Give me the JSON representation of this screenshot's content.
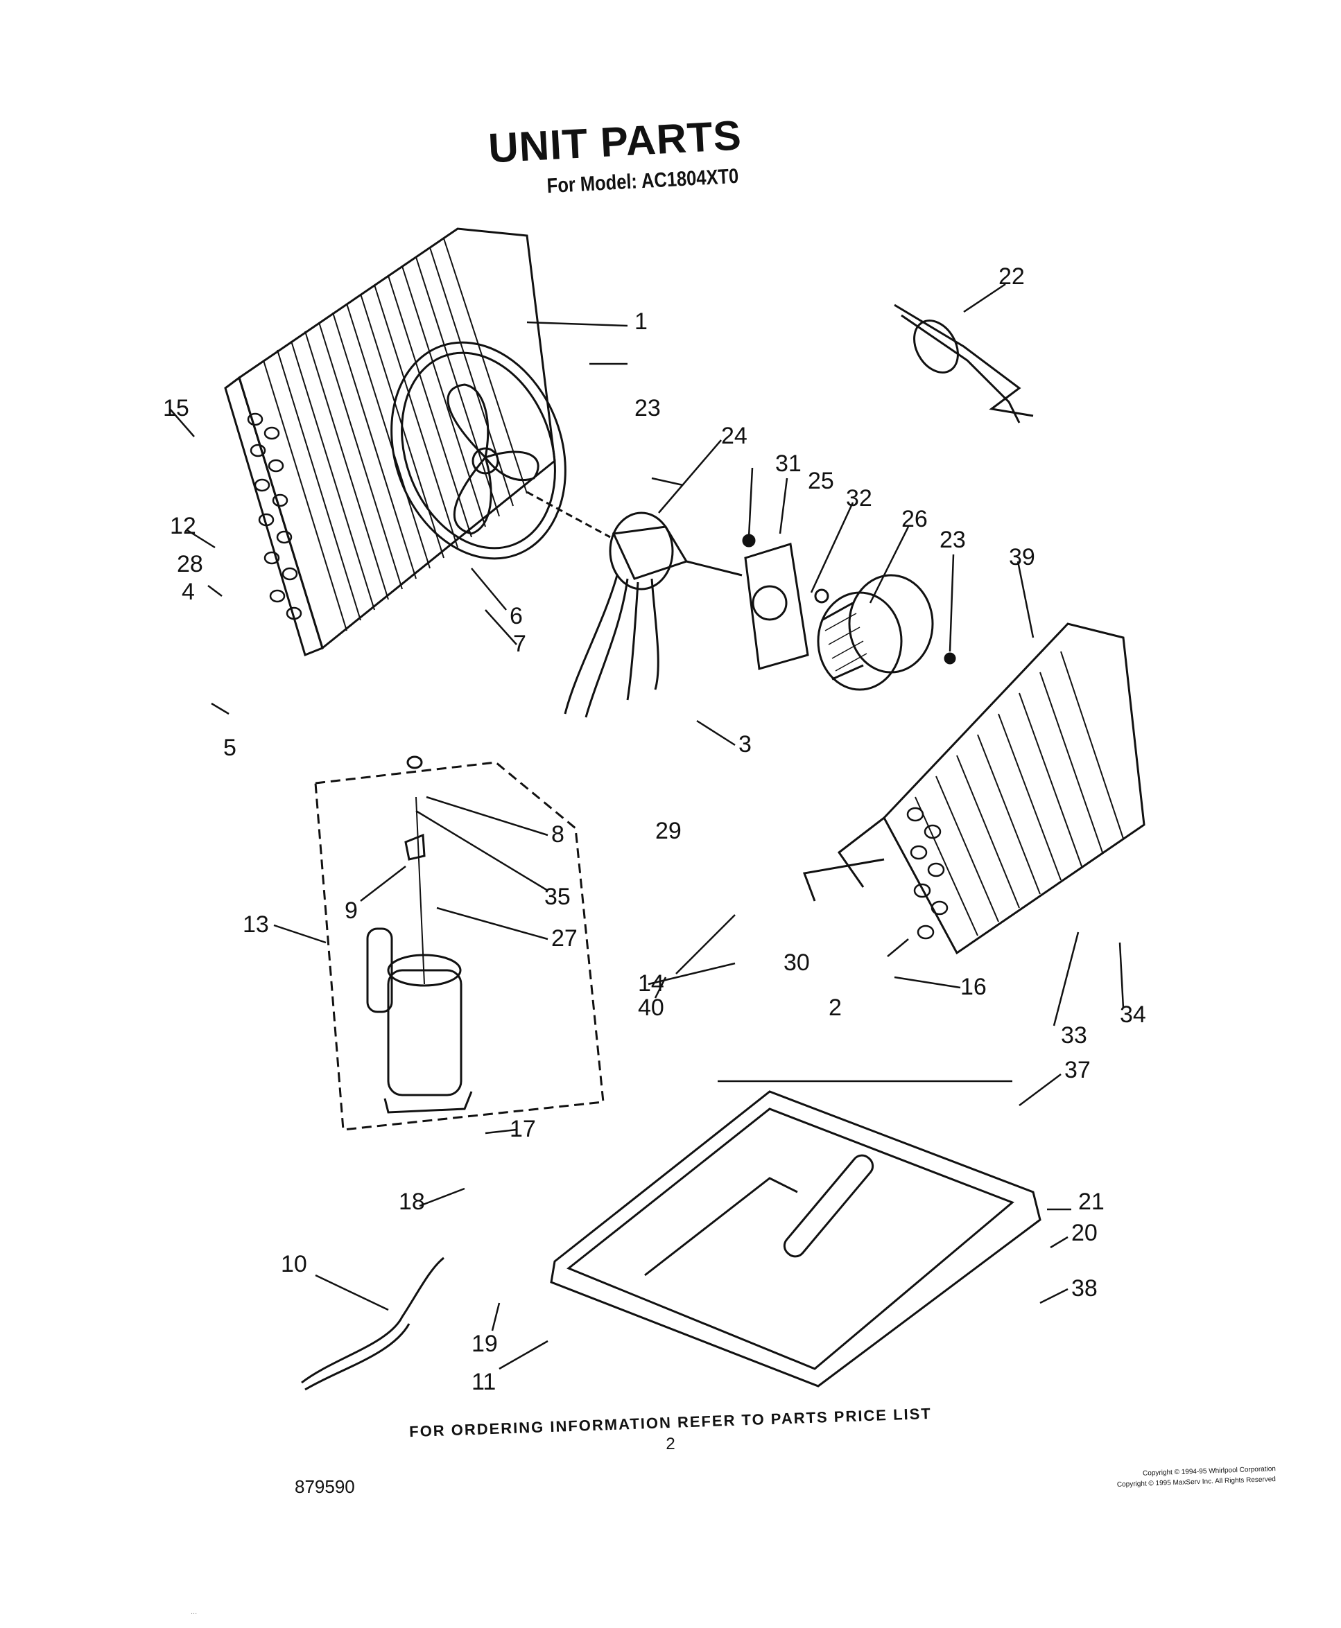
{
  "header": {
    "title": "UNIT PARTS",
    "subtitle": "For Model: AC1804XT0"
  },
  "footer": {
    "ordering_note": "FOR ORDERING INFORMATION REFER TO PARTS PRICE LIST",
    "page_number": "2",
    "document_number": "879590",
    "copyright_1": "Copyright © 1994-95 Whirlpool Corporation",
    "copyright_2": "Copyright © 1995 MaxServ Inc. All Rights Reserved",
    "scan_mark": "..."
  },
  "callouts": [
    "1",
    "2",
    "3",
    "4",
    "5",
    "6",
    "7",
    "8",
    "9",
    "10",
    "11",
    "12",
    "13",
    "14",
    "15",
    "16",
    "17",
    "18",
    "19",
    "20",
    "21",
    "22",
    "23",
    "23",
    "24",
    "25",
    "26",
    "27",
    "28",
    "29",
    "30",
    "31",
    "32",
    "33",
    "34",
    "35",
    "37",
    "38",
    "39",
    "40"
  ],
  "colors": {
    "ink": "#111111",
    "paper": "#ffffff"
  }
}
